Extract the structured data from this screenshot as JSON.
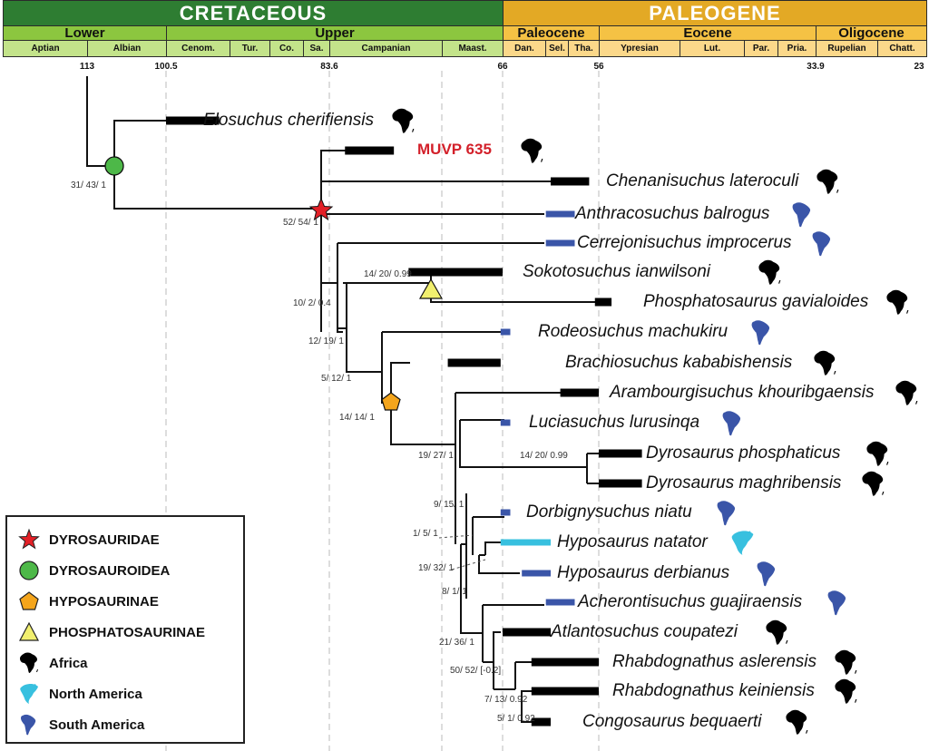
{
  "timescale": {
    "periods": [
      {
        "label": "CRETACEOUS",
        "start": 120.5,
        "end": 66,
        "kind": "cret"
      },
      {
        "label": "PALEOGENE",
        "start": 66,
        "end": 23,
        "kind": "paleo"
      }
    ],
    "epochs": [
      {
        "label": "Lower",
        "start": 120.5,
        "end": 100.5,
        "kind": "cret"
      },
      {
        "label": "Upper",
        "start": 100.5,
        "end": 66,
        "kind": "cret"
      },
      {
        "label": "Paleocene",
        "start": 66,
        "end": 56,
        "kind": "paleo"
      },
      {
        "label": "Eocene",
        "start": 56,
        "end": 33.9,
        "kind": "paleo"
      },
      {
        "label": "Oligocene",
        "start": 33.9,
        "end": 23,
        "kind": "paleo"
      }
    ],
    "stages": [
      {
        "label": "Aptian",
        "start": 120.5,
        "end": 113,
        "kind": "cret"
      },
      {
        "label": "Albian",
        "start": 113,
        "end": 100.5,
        "kind": "cret"
      },
      {
        "label": "Cenom.",
        "start": 100.5,
        "end": 93.9,
        "kind": "cret"
      },
      {
        "label": "Tur.",
        "start": 93.9,
        "end": 89.8,
        "kind": "cret"
      },
      {
        "label": "Co.",
        "start": 89.8,
        "end": 86.3,
        "kind": "cret"
      },
      {
        "label": "Sa.",
        "start": 86.3,
        "end": 83.6,
        "kind": "cret"
      },
      {
        "label": "Campanian",
        "start": 83.6,
        "end": 72.1,
        "kind": "cret"
      },
      {
        "label": "Maast.",
        "start": 72.1,
        "end": 66,
        "kind": "cret"
      },
      {
        "label": "Dan.",
        "start": 66,
        "end": 61.6,
        "kind": "paleo"
      },
      {
        "label": "Sel.",
        "start": 61.6,
        "end": 59.2,
        "kind": "paleo"
      },
      {
        "label": "Tha.",
        "start": 59.2,
        "end": 56,
        "kind": "paleo"
      },
      {
        "label": "Ypresian",
        "start": 56,
        "end": 47.8,
        "kind": "paleo"
      },
      {
        "label": "Lut.",
        "start": 47.8,
        "end": 41.2,
        "kind": "paleo"
      },
      {
        "label": "Par.",
        "start": 41.2,
        "end": 37.8,
        "kind": "paleo"
      },
      {
        "label": "Pria.",
        "start": 37.8,
        "end": 33.9,
        "kind": "paleo"
      },
      {
        "label": "Rupelian",
        "start": 33.9,
        "end": 27.8,
        "kind": "paleo"
      },
      {
        "label": "Chatt.",
        "start": 27.8,
        "end": 23,
        "kind": "paleo"
      }
    ],
    "age_labels": [
      "113",
      "100.5",
      "83.6",
      "66",
      "56",
      "33.9",
      "23"
    ],
    "age_values": [
      113,
      100.5,
      83.6,
      66,
      56,
      33.9,
      23
    ],
    "dashed_lines": [
      100.5,
      83.6,
      72.1,
      66,
      56
    ]
  },
  "taxa": [
    {
      "name": "Elosuchus cherifiensis",
      "region": "africa",
      "range": [
        100.5,
        95
      ]
    },
    {
      "name": "MUVP 635",
      "region": "africa",
      "range": [
        82,
        77
      ],
      "highlight": true
    },
    {
      "name": "Chenanisuchus lateroculi",
      "region": "africa",
      "range": [
        61,
        57
      ]
    },
    {
      "name": "Anthracosuchus balrogus",
      "region": "south-america",
      "range": [
        61.5,
        58.5
      ]
    },
    {
      "name": "Cerrejonisuchus improcerus",
      "region": "south-america",
      "range": [
        61.5,
        58.5
      ]
    },
    {
      "name": "Sokotosuchus ianwilsoni",
      "region": "africa",
      "range": [
        75.5,
        66
      ]
    },
    {
      "name": "Phosphatosaurus gavialoides",
      "region": "africa",
      "range": [
        56.4,
        54.7
      ]
    },
    {
      "name": "Rodeosuchus machukiru",
      "region": "south-america",
      "range": [
        66.2,
        65.2
      ]
    },
    {
      "name": "Brachiosuchus kababishensis",
      "region": "africa",
      "range": [
        71.5,
        66.2
      ]
    },
    {
      "name": "Arambourgisuchus khouribgaensis",
      "region": "africa",
      "range": [
        60,
        56
      ]
    },
    {
      "name": "Luciasuchus lurusinqa",
      "region": "south-america",
      "range": [
        66.2,
        65.2
      ]
    },
    {
      "name": "Dyrosaurus phosphaticus",
      "region": "africa",
      "range": [
        56,
        51.6
      ]
    },
    {
      "name": "Dyrosaurus maghribensis",
      "region": "africa",
      "range": [
        56,
        51.6
      ]
    },
    {
      "name": "Dorbignysuchus niatu",
      "region": "south-america",
      "range": [
        66.2,
        65.2
      ]
    },
    {
      "name": "Hyposaurus natator",
      "region": "north-america",
      "range": [
        66.2,
        61
      ]
    },
    {
      "name": "Hyposaurus derbianus",
      "region": "south-america",
      "range": [
        64,
        61
      ]
    },
    {
      "name": "Acherontisuchus guajiraensis",
      "region": "south-america",
      "range": [
        61.5,
        58.5
      ]
    },
    {
      "name": "Atlantosuchus coupatezi",
      "region": "africa",
      "range": [
        66,
        61
      ]
    },
    {
      "name": "Rhabdognathus aslerensis",
      "region": "africa",
      "range": [
        63,
        56
      ]
    },
    {
      "name": "Rhabdognathus keiniensis",
      "region": "africa",
      "range": [
        63,
        56
      ]
    },
    {
      "name": "Congosaurus bequaerti",
      "region": "africa",
      "range": [
        63,
        61
      ]
    }
  ],
  "support_values": [
    "31/ 43/ 1",
    "52/ 54/ 1",
    "14/ 20/ 0.99",
    "10/ 2/ 0.4",
    "12/ 19/ 1",
    "5/ 12/ 1",
    "14/ 14/ 1",
    "19/ 27/ 1",
    "14/ 20/ 0.99",
    "9/ 15/ 1",
    "1/ 5/ 1",
    "19/ 32/ 1",
    "8/ 1/ 1",
    "21/ 36/ 1",
    "50/ 52/ [-0.2]",
    "7/ 13/ 0.92",
    "5/ 1/ 0.92"
  ],
  "clade_markers": [
    {
      "clade": "DYROSAUROIDEA",
      "shape": "circle"
    },
    {
      "clade": "DYROSAURIDAE",
      "shape": "star"
    },
    {
      "clade": "PHOSPHATOSAURINAE",
      "shape": "triangle"
    },
    {
      "clade": "HYPOSAURINAE",
      "shape": "pentagon"
    }
  ],
  "legend": {
    "items": [
      {
        "label": "DYROSAURIDAE",
        "icon": "star-icon"
      },
      {
        "label": "DYROSAUROIDEA",
        "icon": "circle-icon"
      },
      {
        "label": "HYPOSAURINAE",
        "icon": "pentagon-icon"
      },
      {
        "label": "PHOSPHATOSAURINAE",
        "icon": "triangle-icon"
      },
      {
        "label": "Africa",
        "icon": "africa-icon"
      },
      {
        "label": "North America",
        "icon": "north-america-icon"
      },
      {
        "label": "South America",
        "icon": "south-america-icon"
      }
    ]
  },
  "colors": {
    "africa": "#000000",
    "south-america": "#3a55a8",
    "north-america": "#38c0df",
    "dyrosauridae": "#e32027",
    "dyrosauroidea": "#4db848",
    "hyposaurinae": "#f4a51c",
    "phosphatosaurinae": "#f1ef6e",
    "highlight_text": "#d3202a"
  }
}
